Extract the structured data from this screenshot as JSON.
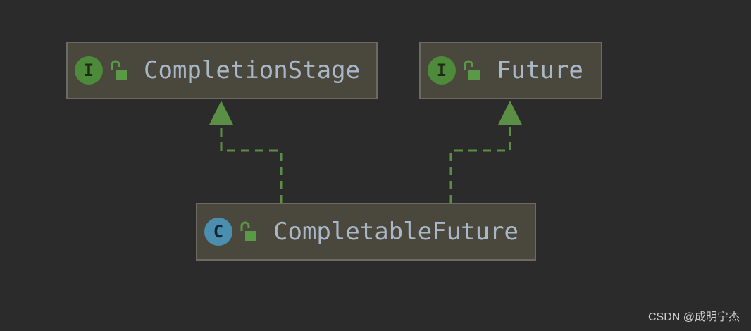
{
  "colors": {
    "background": "#2b2b2b",
    "node_fill": "#4a473d",
    "node_border": "#6b6a63",
    "edge": "#5a8f45",
    "interface_badge": "#4d8b3a",
    "class_badge": "#4a8fb0",
    "label_text": "#a9b7c6"
  },
  "nodes": {
    "completion_stage": {
      "kind_letter": "I",
      "kind": "interface",
      "icon": "unlocked-padlock-icon",
      "label": "CompletionStage"
    },
    "future": {
      "kind_letter": "I",
      "kind": "interface",
      "icon": "unlocked-padlock-icon",
      "label": "Future"
    },
    "completable_future": {
      "kind_letter": "C",
      "kind": "class",
      "icon": "unlocked-padlock-icon",
      "label": "CompletableFuture"
    }
  },
  "edges": [
    {
      "from": "CompletableFuture",
      "to": "CompletionStage",
      "style": "dashed",
      "arrow": "hollow-triangle-filled-green"
    },
    {
      "from": "CompletableFuture",
      "to": "Future",
      "style": "dashed",
      "arrow": "hollow-triangle-filled-green"
    }
  ],
  "watermark": "CSDN @成明宁杰"
}
